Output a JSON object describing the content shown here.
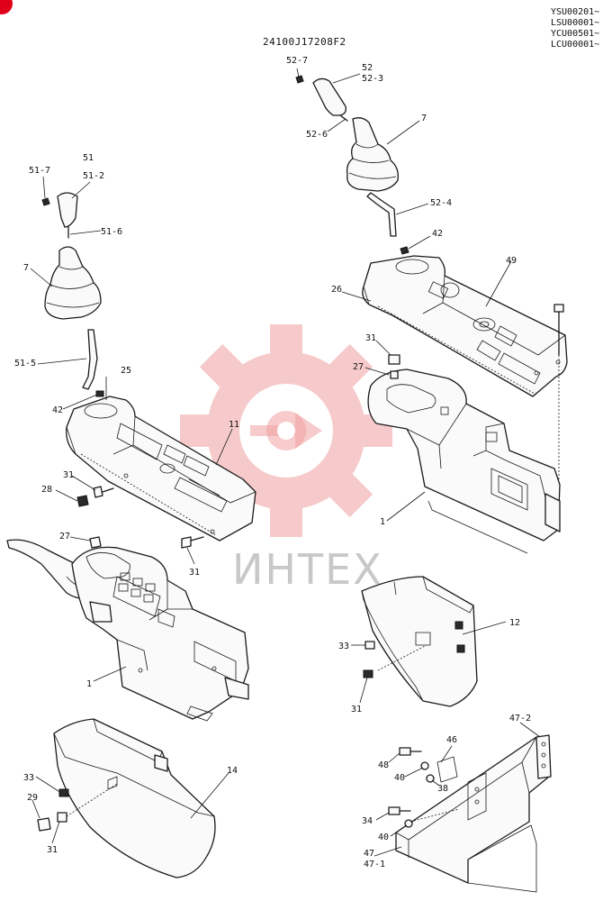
{
  "serial_ranges": [
    "YSU00201~",
    "LSU00001~",
    "YCU00501~",
    "LCU00001~"
  ],
  "drawing_code": "24100J17208F2",
  "watermark": {
    "text": "ИНТЕХ",
    "color": "#e83a3a"
  },
  "callouts": {
    "l52_7": "52-7",
    "l52": "52",
    "l52_3": "52-3",
    "l52_6": "52-6",
    "l7_top": "7",
    "l52_4": "52-4",
    "l42_r": "42",
    "l49": "49",
    "l26": "26",
    "l31_r": "31",
    "l27_r": "27",
    "l1_r": "1",
    "l51": "51",
    "l51_7": "51-7",
    "l51_2": "51-2",
    "l51_6": "51-6",
    "l7_left": "7",
    "l51_5": "51-5",
    "l42_l": "42",
    "l25": "25",
    "l11": "11",
    "l31_a": "31",
    "l28": "28",
    "l31_b": "31",
    "l27_l": "27",
    "l1_l": "1",
    "l12": "12",
    "l33_r": "33",
    "l31_c": "31",
    "l14": "14",
    "l33_l": "33",
    "l29": "29",
    "l31_d": "31",
    "l47_2": "47-2",
    "l46": "46",
    "l48": "48",
    "l40_a": "40",
    "l38": "38",
    "l34": "34",
    "l40_b": "40",
    "l47": "47",
    "l47_1": "47-1"
  }
}
